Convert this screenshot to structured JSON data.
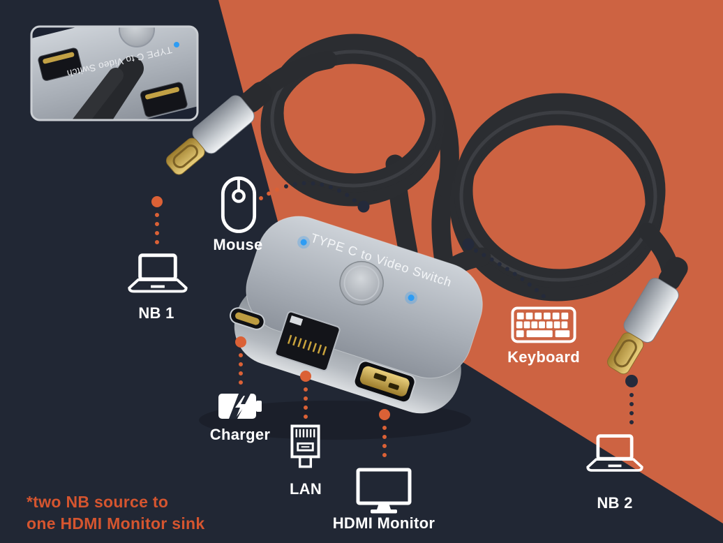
{
  "scene": {
    "device_label": "TYPE C to Video Switch",
    "inset_label": "TYPE C to Video Switch"
  },
  "peripherals": {
    "mouse": "Mouse",
    "nb1": "NB 1",
    "charger": "Charger",
    "lan": "LAN",
    "hdmi_monitor": "HDMI Monitor",
    "keyboard": "Keyboard",
    "nb2": "NB 2"
  },
  "footnote": {
    "line1": "*two NB source to",
    "line2": "one HDMI Monitor sink"
  },
  "colors": {
    "bg_navy": "#212734",
    "bg_orange": "#cd6342",
    "dot_orange": "#db6136",
    "dot_navy": "#242a3b",
    "footnote_orange": "#d5552f",
    "led_blue": "#2d9cf4"
  }
}
